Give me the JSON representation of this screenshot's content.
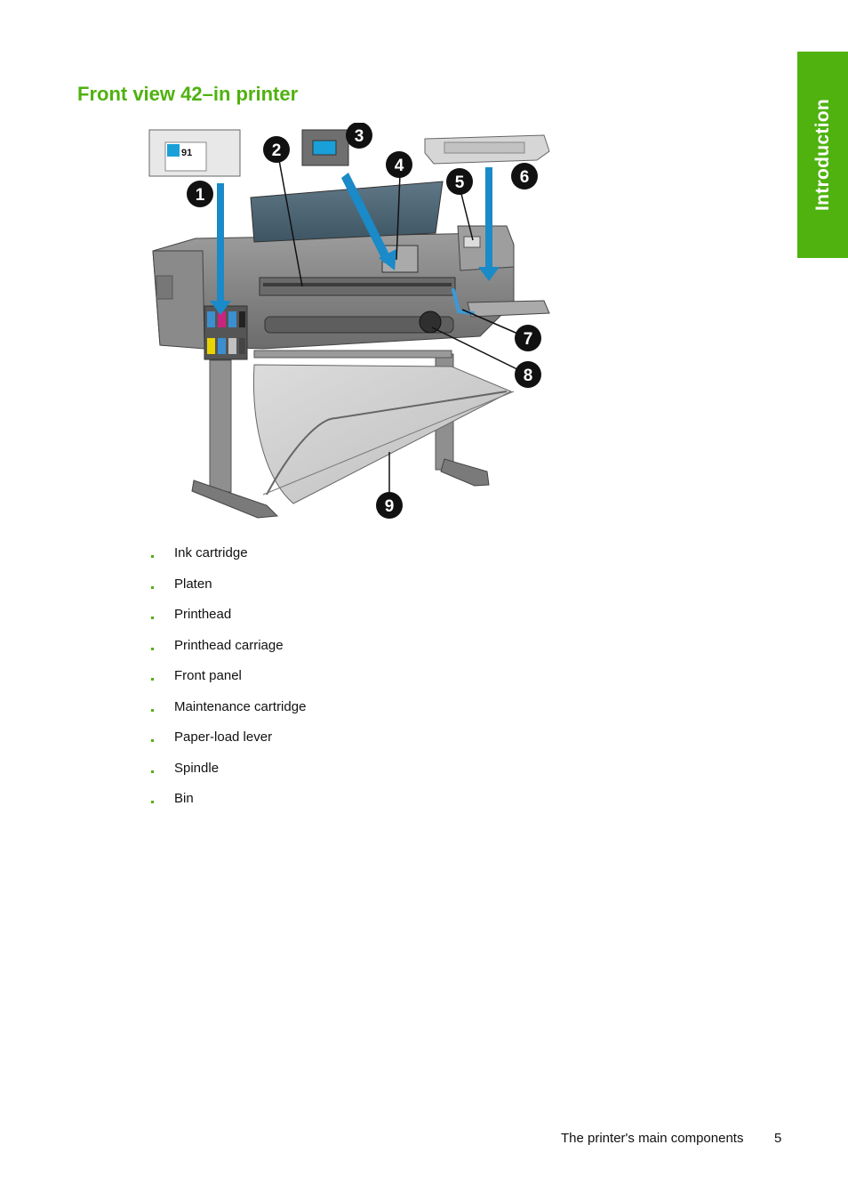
{
  "side_tab": {
    "label": "Introduction"
  },
  "title": "Front view 42–in printer",
  "figure": {
    "callouts": [
      "1",
      "2",
      "3",
      "4",
      "5",
      "6",
      "7",
      "8",
      "9"
    ],
    "cartridge_number": "91"
  },
  "legend": {
    "items": [
      {
        "label": "Ink cartridge"
      },
      {
        "label": "Platen"
      },
      {
        "label": "Printhead"
      },
      {
        "label": "Printhead carriage"
      },
      {
        "label": "Front panel"
      },
      {
        "label": "Maintenance cartridge"
      },
      {
        "label": "Paper-load lever"
      },
      {
        "label": "Spindle"
      },
      {
        "label": "Bin"
      }
    ]
  },
  "footer": {
    "section": "The printer's main components",
    "page_number": "5"
  },
  "colors": {
    "accent": "#4fb20f",
    "arrow": "#1a8ac8",
    "callout": "#111111"
  }
}
